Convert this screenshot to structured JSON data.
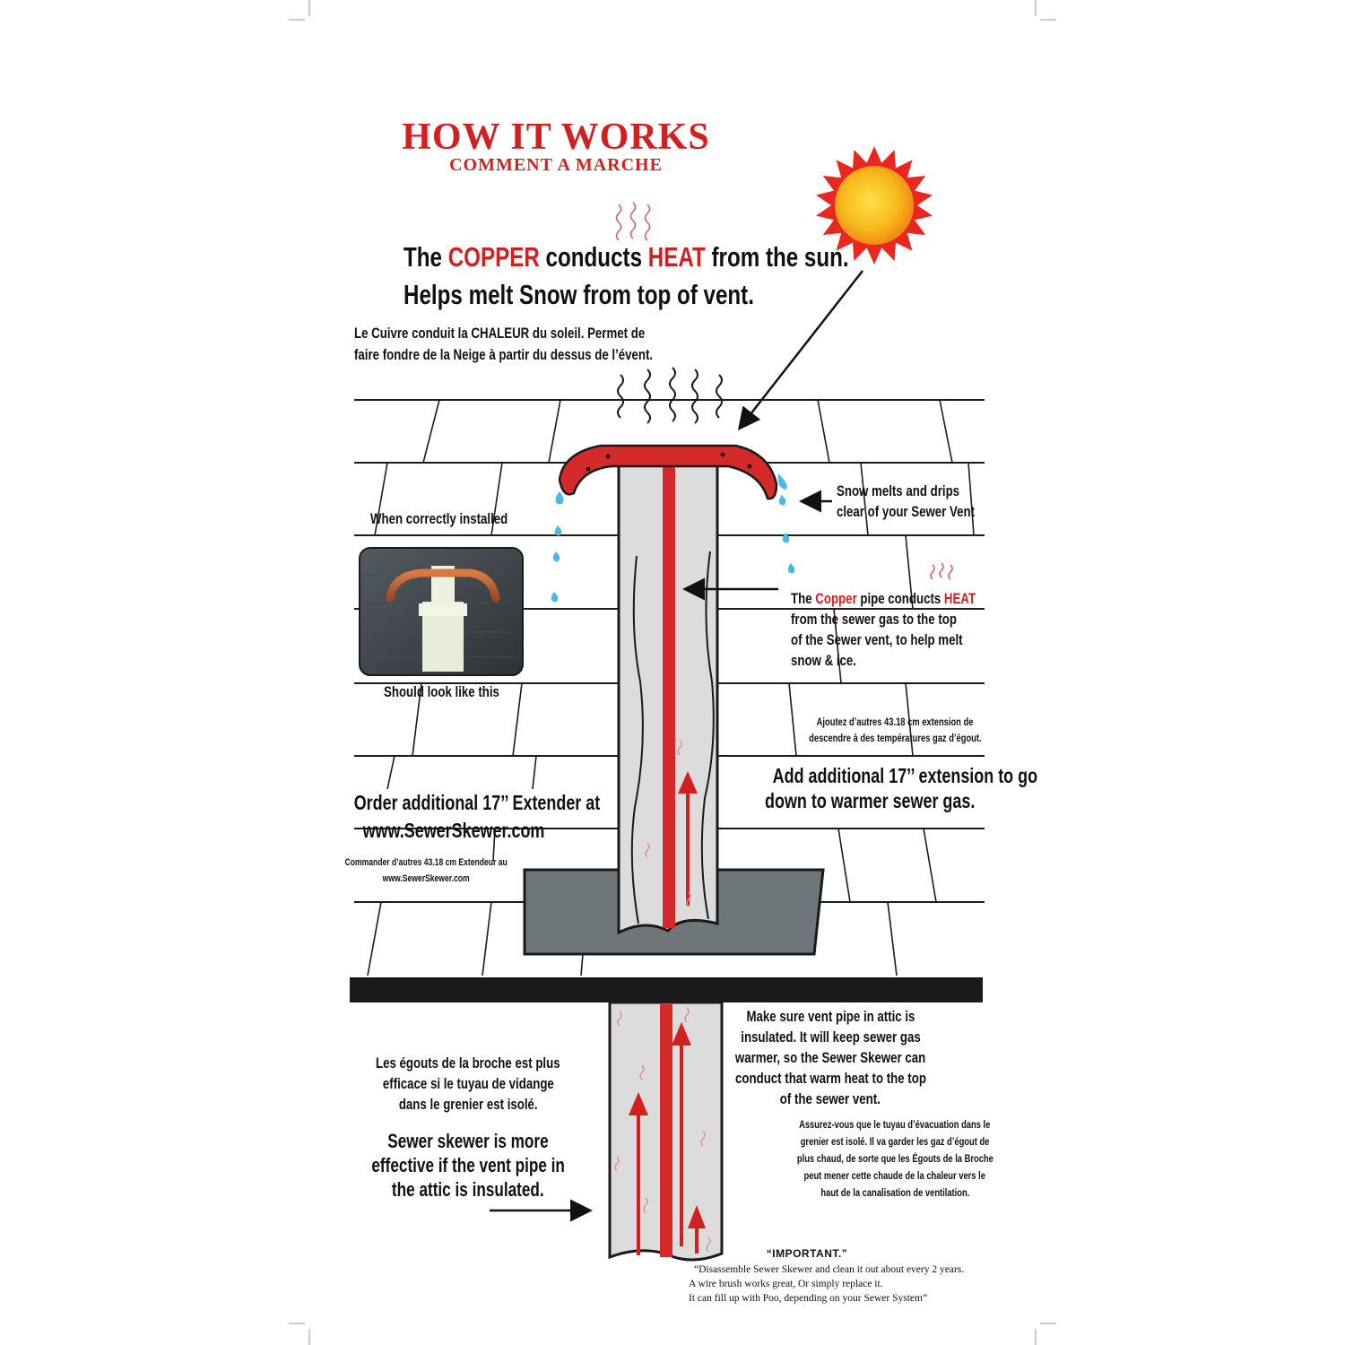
{
  "title": "HOW IT WORKS",
  "subtitle": "COMMENT A MARCHE",
  "heading": {
    "line1": {
      "part1": "The ",
      "copper": "COPPER",
      "part2": " conducts ",
      "heat": "HEAT",
      "part3": " from the sun."
    },
    "line2": "Helps melt Snow from top of vent."
  },
  "french_heading": {
    "line1": "Le Cuivre conduit la CHALEUR du soleil. Permet de",
    "line2": "faire fondre de la Neige à partir du dessus de l’évent."
  },
  "snow_note": {
    "line1": "Snow melts and drips",
    "line2": "clear of your Sewer Vent"
  },
  "photo_caption": {
    "top": "When correctly installed",
    "bottom": "Should look like this"
  },
  "copper_pipe_note": {
    "line1": {
      "part1": "The ",
      "copper": "Copper",
      "part2": " pipe conducts ",
      "heat": "HEAT"
    },
    "line2": "from the sewer gas to the top",
    "line3": "of the Sewer vent, to help melt",
    "line4": "snow & ice."
  },
  "french_extension": {
    "line1": "Ajoutez d’autres 43.18 cm extension de",
    "line2": "descendre à des températures gaz d’égout."
  },
  "extension_note": {
    "line1": "Add additional 17’’ extension to go",
    "line2": "down to warmer sewer gas."
  },
  "order_note": {
    "line1": "Order additional 17’’ Extender at",
    "line2": "www.SewerSkewer.com"
  },
  "french_order": {
    "line1": "Commander d’autres 43.18 cm Extendeur au",
    "line2": "www.SewerSkewer.com"
  },
  "attic_note": {
    "line1": "Make sure vent pipe in attic is",
    "line2": "insulated. It will keep sewer gas",
    "line3": "warmer, so the Sewer Skewer can",
    "line4": "conduct that warm heat to the top",
    "line5": "of the sewer vent."
  },
  "french_attic": {
    "line1": "Assurez-vous que le tuyau d’évacuation dans le",
    "line2": "grenier est isolé. Il va garder les gaz d’égout de",
    "line3": "plus chaud, de sorte que les Égouts de la Broche",
    "line4": "peut mener cette chaude de la chaleur vers le",
    "line5": "haut de la canalisation de ventilation."
  },
  "french_effective": {
    "line1": "Les égouts de la broche est plus",
    "line2": "efficace si le tuyau de vidange",
    "line3": "dans le grenier est isolé."
  },
  "effective_note": {
    "line1": "Sewer skewer is more",
    "line2": "effective if the vent pipe in",
    "line3": "the attic is insulated."
  },
  "important": {
    "label": "“IMPORTANT.”",
    "line1": "“Disassemble Sewer Skewer and clean it out about every 2 years.",
    "line2": "A wire brush works great, Or simply replace it.",
    "line3": "It can fill up with Poo, depending on your Sewer System”"
  },
  "colors": {
    "red": "#d21f1f",
    "copper": "#d52a2a",
    "pipe": "#dcdcdc",
    "flashing": "#6f7679",
    "sun_outer": "#e8281e",
    "sun_inner": "#f7c61a",
    "drip": "#4cb8e8"
  },
  "icons": [
    "sun-icon",
    "heat-wave-icon",
    "water-drop-icon",
    "arrow-icon"
  ]
}
